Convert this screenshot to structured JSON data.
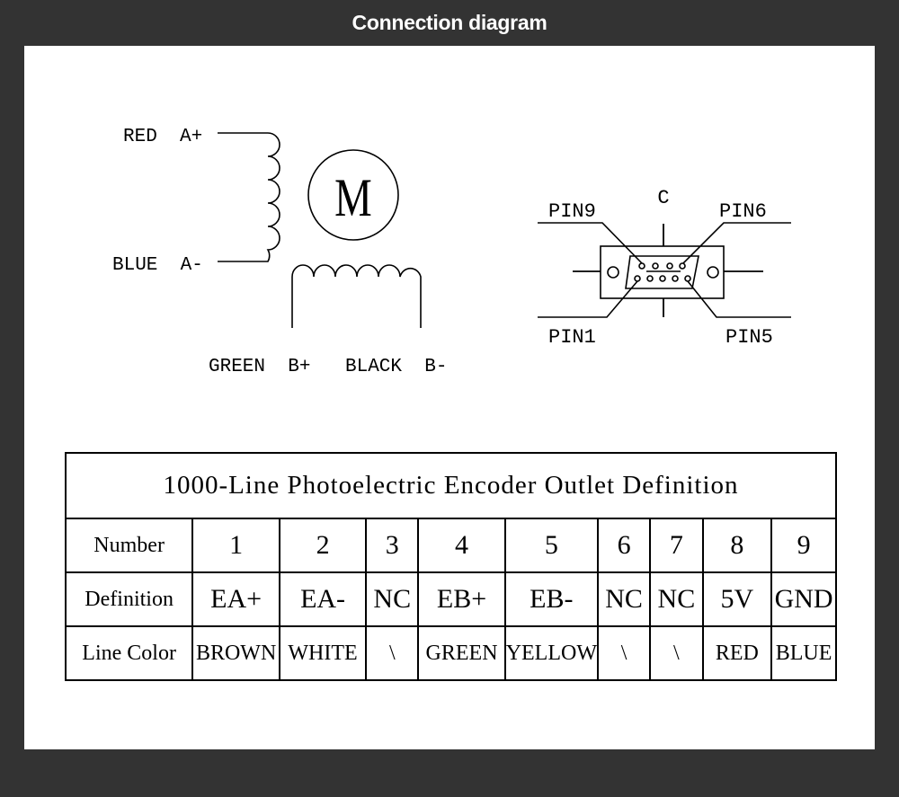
{
  "header": {
    "title": "Connection diagram"
  },
  "motor": {
    "symbol": "M",
    "wire_a_plus": "RED  A+",
    "wire_a_minus": "BLUE  A-",
    "wire_b_plus": "GREEN  B+",
    "wire_b_minus": "BLACK  B-"
  },
  "connector": {
    "center_label": "C",
    "pin9": "PIN9",
    "pin6": "PIN6",
    "pin1": "PIN1",
    "pin5": "PIN5"
  },
  "table": {
    "title": "1000-Line Photoelectric Encoder Outlet Definition",
    "row_headers": [
      "Number",
      "Definition",
      "Line Color"
    ],
    "numbers": [
      "1",
      "2",
      "3",
      "4",
      "5",
      "6",
      "7",
      "8",
      "9"
    ],
    "definitions": [
      "EA+",
      "EA-",
      "NC",
      "EB+",
      "EB-",
      "NC",
      "NC",
      "5V",
      "GND"
    ],
    "line_colors": [
      "BROWN",
      "WHITE",
      "\\",
      "GREEN",
      "YELLOW",
      "\\",
      "\\",
      "RED",
      "BLUE"
    ]
  }
}
